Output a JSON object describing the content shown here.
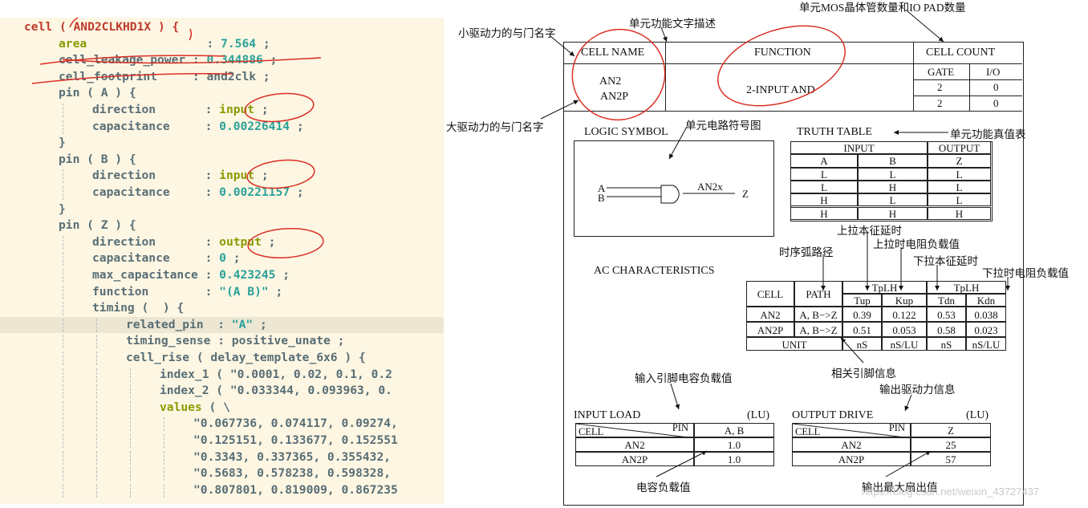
{
  "code": {
    "lines": [
      {
        "indent": 0,
        "tokens": [
          [
            "k",
            "cell "
          ],
          [
            "k",
            "( "
          ],
          [
            "cell-name",
            "AND2CLKHD1X"
          ],
          [
            "k",
            " ) {"
          ]
        ]
      },
      {
        "indent": 1,
        "tokens": [
          [
            "attr",
            "area"
          ],
          [
            "plain",
            "                 : "
          ],
          [
            "val",
            "7.564"
          ],
          [
            "plain",
            " ;"
          ]
        ]
      },
      {
        "indent": 1,
        "tokens": [
          [
            "plain",
            "cell_leakage_power : "
          ],
          [
            "val",
            "0.344886"
          ],
          [
            "plain",
            " ;"
          ]
        ]
      },
      {
        "indent": 1,
        "tokens": [
          [
            "plain",
            "cell_footprint     : and2clk ;"
          ]
        ]
      },
      {
        "indent": 1,
        "tokens": [
          [
            "plain",
            "pin ( A ) {"
          ]
        ]
      },
      {
        "indent": 2,
        "tokens": [
          [
            "plain",
            "direction       : "
          ],
          [
            "enum",
            "input"
          ],
          [
            "plain",
            " ;"
          ]
        ]
      },
      {
        "indent": 2,
        "tokens": [
          [
            "plain",
            "capacitance     : "
          ],
          [
            "val",
            "0.00226414"
          ],
          [
            "plain",
            " ;"
          ]
        ]
      },
      {
        "indent": 1,
        "tokens": [
          [
            "plain",
            "}"
          ]
        ]
      },
      {
        "indent": 1,
        "tokens": [
          [
            "plain",
            "pin ( B ) {"
          ]
        ]
      },
      {
        "indent": 2,
        "tokens": [
          [
            "plain",
            "direction       : "
          ],
          [
            "enum",
            "input"
          ],
          [
            "plain",
            " ;"
          ]
        ]
      },
      {
        "indent": 2,
        "tokens": [
          [
            "plain",
            "capacitance     : "
          ],
          [
            "val",
            "0.00221157"
          ],
          [
            "plain",
            " ;"
          ]
        ]
      },
      {
        "indent": 1,
        "tokens": [
          [
            "plain",
            "}"
          ]
        ]
      },
      {
        "indent": 1,
        "tokens": [
          [
            "plain",
            "pin ( Z ) {"
          ]
        ]
      },
      {
        "indent": 2,
        "tokens": [
          [
            "plain",
            "direction       : "
          ],
          [
            "enum",
            "output"
          ],
          [
            "plain",
            " ;"
          ]
        ]
      },
      {
        "indent": 2,
        "tokens": [
          [
            "plain",
            "capacitance     : "
          ],
          [
            "val",
            "0"
          ],
          [
            "plain",
            " ;"
          ]
        ]
      },
      {
        "indent": 2,
        "tokens": [
          [
            "plain",
            "max_capacitance : "
          ],
          [
            "val",
            "0.423245"
          ],
          [
            "plain",
            " ;"
          ]
        ]
      },
      {
        "indent": 2,
        "tokens": [
          [
            "plain",
            "function        : "
          ],
          [
            "str",
            "\"(A B)\""
          ],
          [
            "plain",
            " ;"
          ]
        ]
      },
      {
        "indent": 2,
        "tokens": [
          [
            "plain",
            "timing (  ) {"
          ]
        ]
      },
      {
        "indent": 3,
        "tokens": [
          [
            "plain",
            "related_pin  : "
          ],
          [
            "str",
            "\"A\""
          ],
          [
            "plain",
            " ;"
          ]
        ],
        "highlight": true
      },
      {
        "indent": 3,
        "tokens": [
          [
            "plain",
            "timing_sense : positive_unate ;"
          ]
        ]
      },
      {
        "indent": 3,
        "tokens": [
          [
            "plain",
            "cell_rise ( delay_template_6x6 ) {"
          ]
        ]
      },
      {
        "indent": 4,
        "tokens": [
          [
            "plain",
            "index_1 ( \"0.0001, 0.02, 0.1, 0.2"
          ]
        ]
      },
      {
        "indent": 4,
        "tokens": [
          [
            "plain",
            "index_2 ( \"0.033344, 0.093963, 0."
          ]
        ]
      },
      {
        "indent": 4,
        "tokens": [
          [
            "attr",
            "values"
          ],
          [
            "plain",
            " ( \\"
          ]
        ]
      },
      {
        "indent": 5,
        "tokens": [
          [
            "plain",
            "\"0.067736, 0.074117, 0.09274,"
          ]
        ]
      },
      {
        "indent": 5,
        "tokens": [
          [
            "plain",
            "\"0.125151, 0.133677, 0.152551"
          ]
        ]
      },
      {
        "indent": 5,
        "tokens": [
          [
            "plain",
            "\"0.3343, 0.337365, 0.355432,"
          ]
        ]
      },
      {
        "indent": 5,
        "tokens": [
          [
            "plain",
            "\"0.5683, 0.578238, 0.598328,"
          ]
        ]
      },
      {
        "indent": 5,
        "tokens": [
          [
            "plain",
            "\"0.807801, 0.819009, 0.867235"
          ]
        ]
      }
    ]
  },
  "diagram": {
    "annotations": {
      "mos_count": "单元MOS晶体管数量和IO PAD数量",
      "function_desc": "单元功能文字描述",
      "small_drive": "小驱动力的与门名字",
      "large_drive": "大驱动力的与门名字",
      "symbol_note": "单元电路符号图",
      "truth_note": "单元功能真值表",
      "pullup_intrinsic": "上拉本征延时",
      "timing_arc": "时序弧路径",
      "pullup_load": "上拉时电阻负载值",
      "pulldown_intrinsic": "下拉本征延时",
      "pulldown_load": "下拉时电阻负载值",
      "pin_info": "相关引脚信息",
      "input_cap": "输入引脚电容负载值",
      "drive_info": "输出驱动力信息",
      "cap_load": "电容负载值",
      "max_fanout": "输出最大扇出值"
    },
    "header": {
      "cell_name": "CELL NAME",
      "function": "FUNCTION",
      "cell_count": "CELL COUNT",
      "gate": "GATE",
      "io": "I/O",
      "names": [
        "AN2",
        "AN2P"
      ],
      "function_value": "2-INPUT AND",
      "counts": [
        [
          "2",
          "0"
        ],
        [
          "2",
          "0"
        ]
      ]
    },
    "logic_symbol": {
      "title": "LOGIC SYMBOL",
      "in_a": "A",
      "in_b": "B",
      "gate_label": "AN2x",
      "out": "Z"
    },
    "truth_table": {
      "title": "TRUTH TABLE",
      "input_label": "INPUT",
      "output_label": "OUTPUT",
      "cols": [
        "A",
        "B",
        "Z"
      ],
      "rows": [
        [
          "L",
          "L",
          "L"
        ],
        [
          "L",
          "H",
          "L"
        ],
        [
          "H",
          "L",
          "L"
        ],
        [
          "H",
          "H",
          "H"
        ]
      ]
    },
    "ac": {
      "title": "AC CHARACTERISTICS",
      "cell": "CELL",
      "path": "PATH",
      "tplh": "TpLH",
      "tphl": "TpLH",
      "cols": [
        "Tup",
        "Kup",
        "Tdn",
        "Kdn"
      ],
      "rows": [
        [
          "AN2",
          "A, B−>Z",
          "0.39",
          "0.122",
          "0.53",
          "0.038"
        ],
        [
          "AN2P",
          "A, B−>Z",
          "0.51",
          "0.053",
          "0.58",
          "0.023"
        ]
      ],
      "unit": "UNIT",
      "units": [
        "nS",
        "nS/LU",
        "nS",
        "nS/LU"
      ]
    },
    "input_load": {
      "title": "INPUT LOAD",
      "unit": "(LU)",
      "cell": "CELL",
      "pin": "PIN",
      "pin_value": "A, B",
      "rows": [
        [
          "AN2",
          "1.0"
        ],
        [
          "AN2P",
          "1.0"
        ]
      ]
    },
    "output_drive": {
      "title": "OUTPUT DRIVE",
      "unit": "(LU)",
      "cell": "CELL",
      "pin": "PIN",
      "pin_value": "Z",
      "rows": [
        [
          "AN2",
          "25"
        ],
        [
          "AN2P",
          "57"
        ]
      ]
    },
    "watermark": "https://blog.csdn.net/weixin_43727437"
  }
}
